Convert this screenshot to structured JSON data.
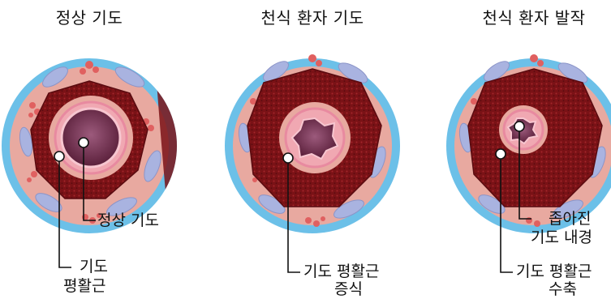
{
  "panels": [
    {
      "title": "정상 기도",
      "labels": {
        "lumen": "정상 기도",
        "muscle_line1": "기도",
        "muscle_line2": "평활근"
      }
    },
    {
      "title": "천식 환자 기도",
      "labels": {
        "muscle_line1": "기도 평활근",
        "muscle_line2": "증식"
      }
    },
    {
      "title": "천식 환자 발작",
      "labels": {
        "lumen_line1": "좁아진",
        "lumen_line2": "기도 내경",
        "muscle_line1": "기도 평활근",
        "muscle_line2": "수축"
      }
    }
  ],
  "colors": {
    "outer_ring": "#6cc0e8",
    "tissue": "#e8a9a0",
    "muscle": "#7a1216",
    "mucosa": "#f0a8b2",
    "lumen": "#7a3a5c",
    "cartilage": "#a9b3e0",
    "glands": "#e06060"
  }
}
